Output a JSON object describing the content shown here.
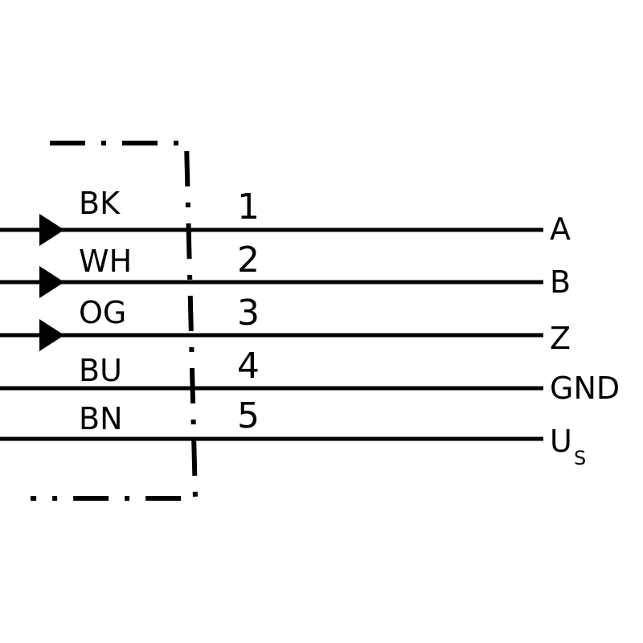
{
  "wires": [
    {
      "color_code": "BK",
      "pin": "1",
      "signal": "A",
      "arrow": true
    },
    {
      "color_code": "WH",
      "pin": "2",
      "signal": "B",
      "arrow": true
    },
    {
      "color_code": "OG",
      "pin": "3",
      "signal": "Z",
      "arrow": true
    },
    {
      "color_code": "BU",
      "pin": "4",
      "signal": "GND",
      "arrow": false
    },
    {
      "color_code": "BN",
      "pin": "5",
      "signal": "U",
      "signal_sub": "S",
      "arrow": false
    }
  ]
}
